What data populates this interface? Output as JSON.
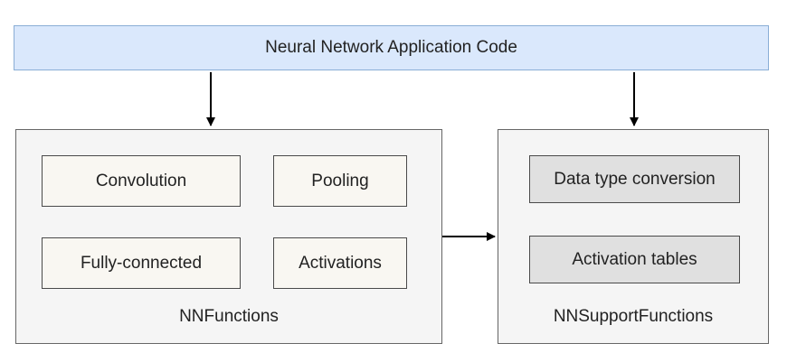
{
  "header": {
    "title": "Neural Network Application Code"
  },
  "nn_functions": {
    "label": "NNFunctions",
    "items": [
      {
        "label": "Convolution"
      },
      {
        "label": "Pooling"
      },
      {
        "label": "Fully-connected"
      },
      {
        "label": "Activations"
      }
    ]
  },
  "nn_support_functions": {
    "label": "NNSupportFunctions",
    "items": [
      {
        "label": "Data type conversion"
      },
      {
        "label": "Activation tables"
      }
    ]
  },
  "colors": {
    "banner_fill": "#dae8fc",
    "banner_border": "#8aaed6",
    "group_fill": "#f5f5f5",
    "function_fill": "#f9f7f2",
    "support_item_fill": "#e0e0e0",
    "line": "#000000"
  }
}
